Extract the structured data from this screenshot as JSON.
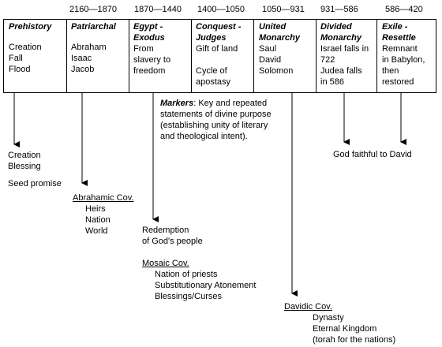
{
  "dates": [
    {
      "label": "2160—1870"
    },
    {
      "label": "1870—1440"
    },
    {
      "label": "1400—1050"
    },
    {
      "label": "1050—931"
    },
    {
      "label": "931—586"
    },
    {
      "label": "586—420"
    }
  ],
  "columns": [
    {
      "title": "Prehistory",
      "body": [
        "Creation",
        "Fall",
        "Flood"
      ]
    },
    {
      "title": "Patriarchal",
      "body": [
        "Abraham",
        "Isaac",
        "Jacob"
      ]
    },
    {
      "title": [
        "Egypt -",
        "Exodus"
      ],
      "body": [
        "From",
        "slavery to",
        "freedom"
      ]
    },
    {
      "title": [
        "Conquest -",
        "Judges"
      ],
      "body": [
        "Gift of land",
        "",
        "Cycle of",
        "apostasy"
      ]
    },
    {
      "title": [
        "United",
        "Monarchy"
      ],
      "body": [
        "Saul",
        "David",
        "Solomon"
      ]
    },
    {
      "title": [
        "Divided",
        "Monarchy"
      ],
      "body": [
        "Israel falls in",
        "722",
        "Judea falls",
        "in 586"
      ]
    },
    {
      "title": [
        "Exile -",
        "Resettle"
      ],
      "body": [
        "Remnant",
        "in Babylon,",
        "then",
        "restored"
      ]
    }
  ],
  "markers": {
    "label": "Markers",
    "text_first": ": Key and repeated",
    "lines": [
      "statements of divine purpose",
      "(establishing unity of literary",
      "and theological intent)."
    ]
  },
  "prehistory_notes": {
    "lines": [
      "Creation",
      "Blessing"
    ],
    "seed": "Seed promise"
  },
  "abrahamic": {
    "heading": "Abrahamic Cov.",
    "items": [
      "Heirs",
      "Nation",
      "World"
    ]
  },
  "exodus_notes": {
    "lines": [
      "Redemption",
      "of God's people"
    ]
  },
  "mosaic": {
    "heading": "Mosaic Cov.",
    "items": [
      "Nation of priests",
      "Substitutionary Atonement",
      "Blessings/Curses"
    ]
  },
  "davidic": {
    "heading": "Davidic Cov.",
    "items": [
      "Dynasty",
      "Eternal Kingdom",
      "(torah for the nations)"
    ]
  },
  "david_note": "God faithful to David"
}
